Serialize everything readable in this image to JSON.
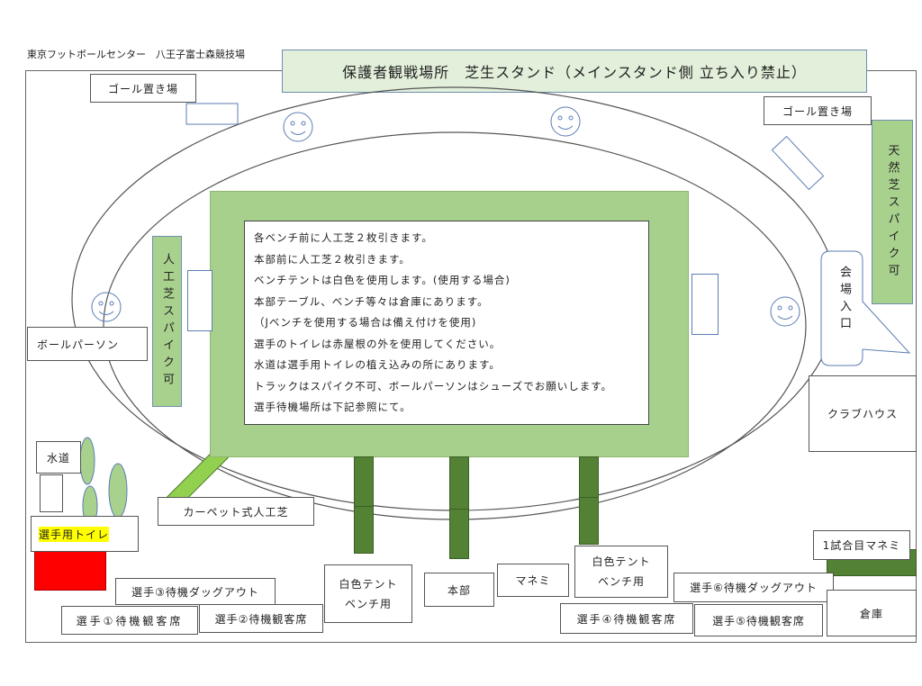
{
  "venue_title": "東京フットボールセンター　八王子富士森競技場",
  "spectator_banner": "保護者観戦場所　芝生スタンド（メインスタンド側 立ち入り禁止）",
  "labels": {
    "goal_storage_left": "ゴール置き場",
    "goal_storage_right": "ゴール置き場",
    "natural_turf": "天然芝スパイク可",
    "artificial_turf": "人工芝スパイク可",
    "ball_person": "ボールパーソン",
    "entrance": "会場入口",
    "clubhouse": "クラブハウス",
    "water": "水道",
    "toilet": "選手用トイレ",
    "carpet_turf": "カーペット式人工芝",
    "dugout3": "選手③待機ダッグアウト",
    "stand1": "選手①待機観客席",
    "stand2": "選手②待機観客席",
    "tent_bench_left_line1": "白色テント",
    "tent_bench_left_line2": "ベンチ用",
    "hq": "本部",
    "maneki": "マネミ",
    "tent_bench_right_line1": "白色テント",
    "tent_bench_right_line2": "ベンチ用",
    "dugout6": "選手⑥待機ダッグアウト",
    "stand4": "選手④待機観客席",
    "stand5": "選手⑤待機観客席",
    "first_match_maneki": "1試合目マネミ",
    "warehouse": "倉庫"
  },
  "notes": [
    "各ベンチ前に人工芝２枚引きます。",
    "本部前に人工芝２枚引きます。",
    "ベンチテントは白色を使用します。(使用する場合)",
    "本部テーブル、ベンチ等々は倉庫にあります。",
    "（Jベンチを使用する場合は備え付けを使用)",
    "選手のトイレは赤屋根の外を使用してください。",
    "水道は選手用トイレの植え込みの所にあります。",
    "トラックはスパイク不可、ボールパーソンはシューズでお願いします。",
    "選手待機場所は下記参照にて。"
  ],
  "colors": {
    "field": "#a8d08d",
    "field_border": "#8fb56f",
    "banner": "#e2efda",
    "turf_strip": "#a9d18e",
    "dark_turf": "#548235",
    "bright_green": "#92d050",
    "toilet_red": "#ff0000",
    "highlight": "#ffff00",
    "outline_blue": "#5b7db5"
  }
}
